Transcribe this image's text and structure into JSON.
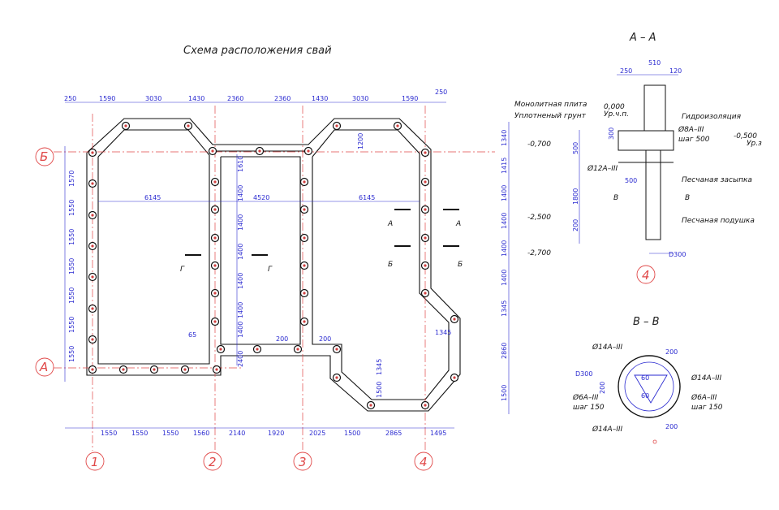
{
  "title": "Схема расположения свай",
  "axes": {
    "letters": [
      "Б",
      "А"
    ],
    "numbers": [
      "1",
      "2",
      "3",
      "4"
    ]
  },
  "dims_top": [
    "250",
    "1590",
    "3030",
    "1430",
    "2360",
    "2360",
    "1430",
    "3030",
    "1590",
    "250"
  ],
  "dims_bottom": [
    "1550",
    "1550",
    "1550",
    "1560",
    "2140",
    "1920",
    "2025",
    "1500",
    "2865",
    "1495"
  ],
  "dims_left": [
    "1570",
    "1550",
    "1550",
    "1550",
    "1550",
    "1550",
    "1550"
  ],
  "dims_right": [
    "1340",
    "1415",
    "1400",
    "1400",
    "1400",
    "1400",
    "1345",
    "2860",
    "1500"
  ],
  "dims_inner": {
    "span1": "6145",
    "span2": "4520",
    "span3": "6145",
    "vert_mid": [
      "1610",
      "1400",
      "1400",
      "1400",
      "1400",
      "1400",
      "1400"
    ],
    "d1200": "1200",
    "d65": "65",
    "d200a": "200",
    "d200b": "200",
    "d1345a": "1345",
    "d1345b": "1345",
    "d1500": "1500",
    "d2400": "2400"
  },
  "cuts": {
    "A": "А",
    "B": "Б",
    "G": "Г"
  },
  "section_aa": {
    "title": "А – А",
    "dims": [
      "510",
      "250",
      "120",
      "300",
      "500",
      "1800",
      "200",
      "500",
      "D300"
    ],
    "elev": [
      "0,000",
      "-0,700",
      "-0,500",
      "-2,500",
      "-2,700"
    ],
    "elev_notes": [
      "Ур.ч.п.",
      "Ур.з"
    ],
    "rebar": [
      "Ø8А–III",
      "шаг 500",
      "Ø12А–III"
    ],
    "labels": [
      "Монолитная плита",
      "Уплотненый грунт",
      "Гидроизоляция",
      "Песчаная засыпка",
      "Песчаная подушка"
    ],
    "cut_v": "В",
    "axis": "4"
  },
  "section_vv": {
    "title": "В – В",
    "d": "D300",
    "labels": [
      "Ø14А–III",
      "Ø6А–III",
      "шаг 150",
      "Ø14А–III",
      "Ø6А–III",
      "шаг 150",
      "Ø14А–III"
    ],
    "dims": [
      "200",
      "200",
      "200",
      "60",
      "60"
    ]
  },
  "colors": {
    "outline": "#111111",
    "dim": "#2a2ad0",
    "axis": "#e04848",
    "pile_fill": "#d04040"
  }
}
